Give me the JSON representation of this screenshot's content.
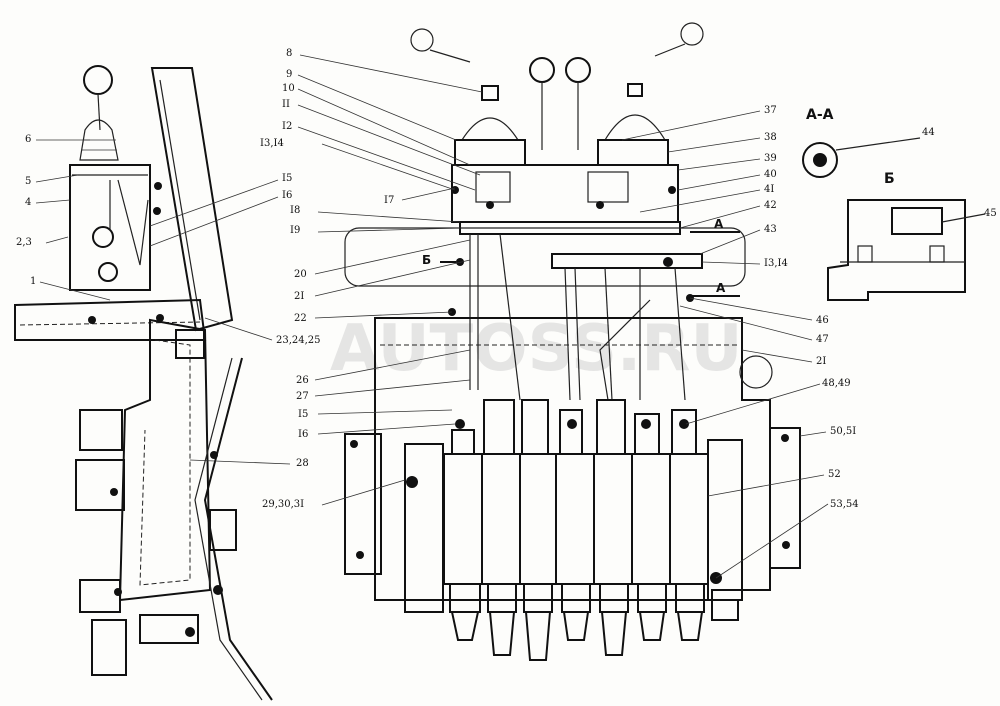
{
  "section_labels": {
    "section_aa": "А-А",
    "view_b": "Б",
    "mark_b": "Б",
    "mark_a_top": "A",
    "mark_a_bottom": "A"
  },
  "watermark": "AUTOSS.RU",
  "left_labels": {
    "l6": "6",
    "l5": "5",
    "l4": "4",
    "l23": "2,3",
    "l1": "1",
    "l15": "I5",
    "l16": "I6",
    "l232425": "23,24,25",
    "l28": "28",
    "l293031": "29,30,3I"
  },
  "center_left_labels": {
    "l8": "8",
    "l9": "9",
    "l10": "10",
    "l11": "II",
    "l12": "I2",
    "l1314": "I3,I4",
    "l17": "I7",
    "l18": "I8",
    "l19": "I9",
    "l20": "20",
    "l21": "2I",
    "l22": "22",
    "l26": "26",
    "l27": "27",
    "l15b": "I5",
    "l16b": "I6"
  },
  "right_labels": {
    "l37": "37",
    "l38": "38",
    "l39": "39",
    "l40": "40",
    "l41": "4I",
    "l42": "42",
    "l43": "43",
    "l1314b": "I3,I4",
    "l46": "46",
    "l47": "47",
    "l21b": "2I",
    "l4849": "48,49",
    "l5051": "50,5I",
    "l52": "52",
    "l5354": "53,54",
    "l44": "44",
    "l45": "45"
  }
}
